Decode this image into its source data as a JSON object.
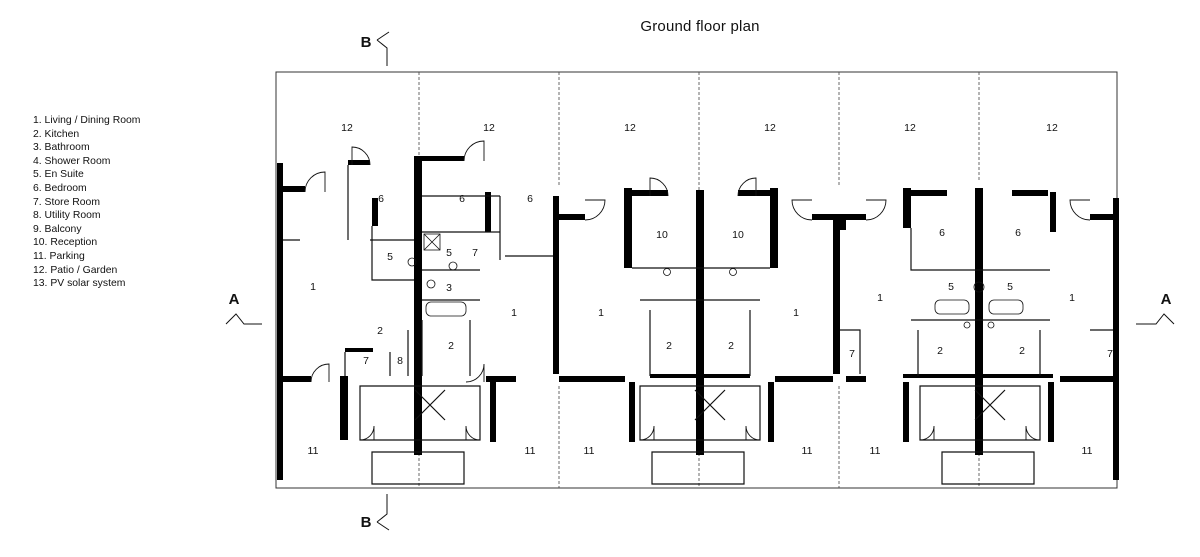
{
  "title": "Ground floor plan",
  "legend": [
    "1. Living / Dining Room",
    "2. Kitchen",
    "3. Bathroom",
    "4. Shower Room",
    "5. En Suite",
    "6. Bedroom",
    "7. Store Room",
    "8. Utility Room",
    "9. Balcony",
    "10. Reception",
    "11. Parking",
    "12. Patio / Garden",
    "13. PV solar system"
  ],
  "section_markers": {
    "a": "A",
    "b": "B"
  },
  "rooms": {
    "patio": "12",
    "living": "1",
    "kitchen": "2",
    "bathroom": "3",
    "ensuite": "5",
    "bedroom": "6",
    "store": "7",
    "utility": "8",
    "reception": "10",
    "parking": "11"
  }
}
